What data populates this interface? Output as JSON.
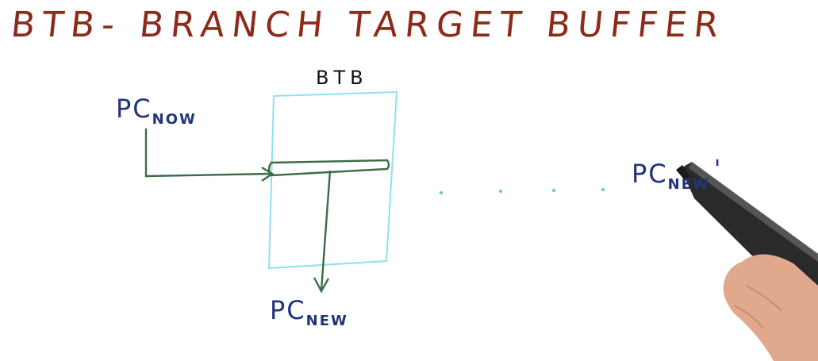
{
  "title": "BTB- BRANCH TARGET BUFFER",
  "box_label": "BTB",
  "pc_now": {
    "main": "PC",
    "sub": "NOW"
  },
  "pc_new": {
    "main": "PC",
    "sub": "NEW"
  },
  "pc_new_prime": {
    "main": "PC",
    "sub": "NEW",
    "mark": "'"
  },
  "colors": {
    "title": "#8e2a1a",
    "labels": "#22347a",
    "box": "#8fe0ee",
    "arrows": "#3c6b45",
    "dots": "#6cc8d8"
  },
  "icons": [
    "marker-pen",
    "hand"
  ]
}
